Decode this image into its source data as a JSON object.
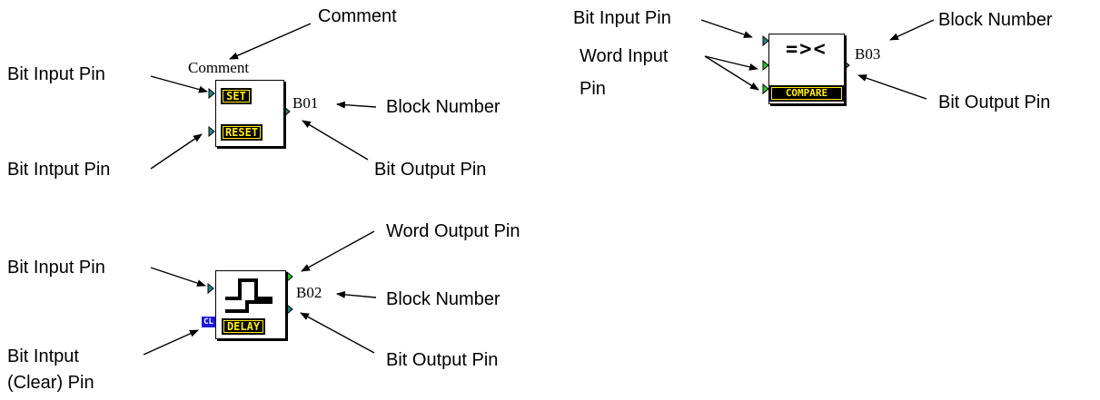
{
  "set_reset_block": {
    "comment": "Comment",
    "set_label": "SET",
    "reset_label": "RESET",
    "block_number": "B01"
  },
  "delay_block": {
    "delay_label": "DELAY",
    "clear_label": "CL",
    "block_number": "B02"
  },
  "compare_block": {
    "symbol": "=><",
    "compare_label": "COMPARE",
    "block_number": "B03"
  },
  "annotations": {
    "comment": "Comment",
    "sr_bit_input_top": "Bit Input Pin",
    "sr_bit_input_bottom": "Bit Intput Pin",
    "sr_block_number": "Block Number",
    "sr_bit_output": "Bit Output Pin",
    "dl_word_output": "Word Output Pin",
    "dl_bit_input": "Bit Input Pin",
    "dl_block_number": "Block Number",
    "dl_bit_output": "Bit Output Pin",
    "dl_clear_line1": "Bit Intput",
    "dl_clear_line2": "(Clear) Pin",
    "cmp_bit_input": "Bit Input Pin",
    "cmp_word_input_line1": "Word Input",
    "cmp_word_input_line2": "Pin",
    "cmp_block_number": "Block Number",
    "cmp_bit_output": "Bit Output Pin"
  },
  "colors": {
    "bit_pin": "#1f8a8a",
    "word_pin": "#22cc22",
    "tag_text": "#ffee00",
    "clear_pin": "#1818e0"
  }
}
